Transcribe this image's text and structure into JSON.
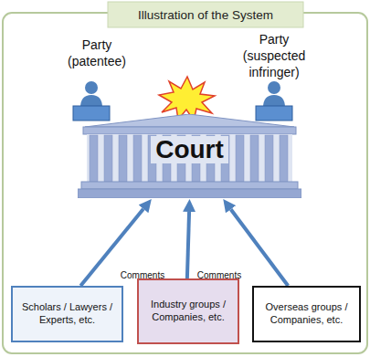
{
  "diagram": {
    "title": "Illustration of the System",
    "nodes": [
      {
        "text": [
          "Court"
        ]
      },
      {
        "text": [
          "Scholars / Lawyers / Experts, etc."
        ]
      },
      {
        "text": [
          "Industry groups / Companies, etc."
        ]
      },
      {
        "text": [
          "Overseas groups / Companies, etc."
        ]
      }
    ],
    "edges": [
      {
        "from": 1,
        "to": 0,
        "arrow": "to"
      },
      {
        "from": 2,
        "to": 0,
        "arrow": "to"
      },
      {
        "from": 3,
        "to": 0,
        "arrow": "to"
      }
    ],
    "labels": [
      "Party (patentee)",
      "Party (suspected infringer)",
      "Comments",
      "Comments"
    ]
  }
}
